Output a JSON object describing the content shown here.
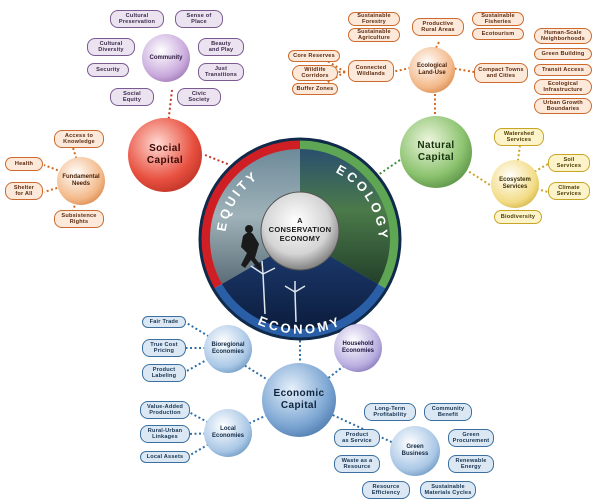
{
  "center": {
    "title": "A\nCONSERVATION\nECONOMY",
    "ring_labels": {
      "equity": "EQUITY",
      "ecology": "ECOLOGY",
      "economy": "ECONOMY"
    }
  },
  "capitals": {
    "social": "Social\nCapital",
    "natural": "Natural\nCapital",
    "economic": "Economic\nCapital"
  },
  "social": {
    "community": {
      "hub": "Community",
      "items": [
        "Cultural\nPreservation",
        "Sense of\nPlace",
        "Cultural\nDiversity",
        "Beauty\nand Play",
        "Security",
        "Just\nTransitions",
        "Social\nEquity",
        "Civic\nSociety"
      ]
    },
    "fundamental_needs": {
      "hub": "Fundamental\nNeeds",
      "items": [
        "Access to\nKnowledge",
        "Health",
        "Shelter\nfor All",
        "Subsistence\nRights"
      ]
    }
  },
  "natural": {
    "ecological_land_use": {
      "hub": "Ecological\nLand-Use",
      "items": [
        "Core Reserves",
        "Wildlife\nCorridors",
        "Buffer Zones",
        "Connected\nWildlands"
      ]
    },
    "productive_rural_areas": {
      "hub": "Productive\nRural Areas",
      "items": [
        "Sustainable\nForestry",
        "Sustainable\nAgriculture",
        "Sustainable\nFisheries",
        "Ecotourism"
      ]
    },
    "compact_towns": {
      "hub": "Compact Towns\nand Cities",
      "items": [
        "Human-Scale\nNeighborhoods",
        "Green Building",
        "Transit Access",
        "Ecological\nInfrastructure",
        "Urban Growth\nBoundaries"
      ]
    },
    "ecosystem_services": {
      "hub": "Ecosystem\nServices",
      "items": [
        "Watershed\nServices",
        "Soil\nServices",
        "Climate\nServices",
        "Biodiversity"
      ]
    }
  },
  "economic": {
    "bioregional": {
      "hub": "Bioregional\nEconomies",
      "items": [
        "Fair Trade",
        "True Cost\nPricing",
        "Product\nLabeling"
      ]
    },
    "household": {
      "hub": "Household\nEconomies"
    },
    "local": {
      "hub": "Local\nEconomies",
      "items": [
        "Value-Added\nProduction",
        "Rural-Urban\nLinkages",
        "Local Assets"
      ]
    },
    "green_business": {
      "hub": "Green\nBusiness",
      "items": [
        "Long-Term\nProfitability",
        "Community\nBenefit",
        "Product\nas Service",
        "Green\nProcurement",
        "Waste as a\nResource",
        "Renewable\nEnergy",
        "Resource\nEfficiency",
        "Sustainable\nMaterials Cycles"
      ]
    }
  }
}
